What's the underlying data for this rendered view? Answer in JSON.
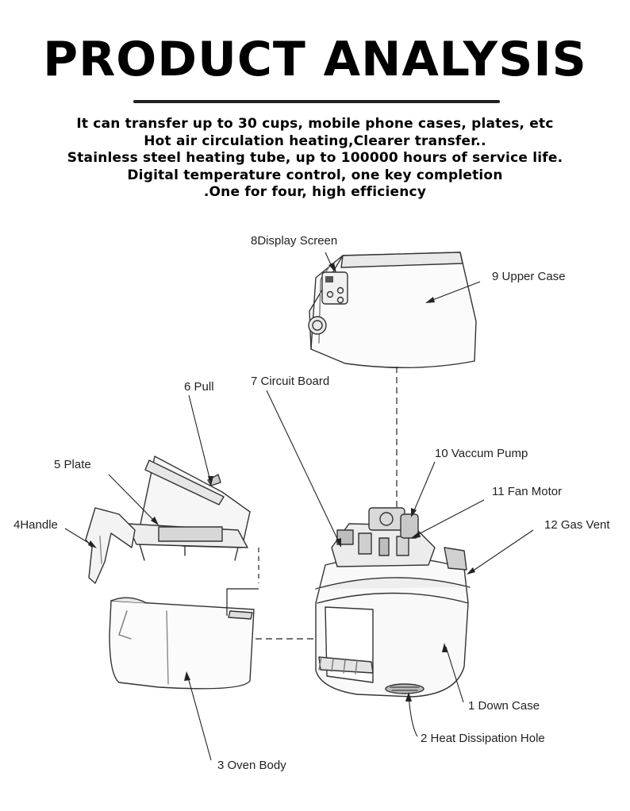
{
  "title": "PRODUCT ANALYSIS",
  "description": [
    "It can transfer up to 30 cups, mobile phone cases, plates, etc",
    "Hot air circulation heating,Clearer transfer..",
    "Stainless steel heating tube, up to 100000 hours of service life.",
    "Digital temperature control, one key completion",
    ".One for four, high efficiency"
  ],
  "parts": [
    {
      "number": "1",
      "name": "Down Case"
    },
    {
      "number": "2",
      "name": "Heat Dissipation Hole"
    },
    {
      "number": "3",
      "name": "Oven Body"
    },
    {
      "number": "4",
      "name": "Handle"
    },
    {
      "number": "5",
      "name": "Plate"
    },
    {
      "number": "6",
      "name": "Pull"
    },
    {
      "number": "7",
      "name": "Circuit Board"
    },
    {
      "number": "8",
      "name": "Display Screen"
    },
    {
      "number": "9",
      "name": "Upper Case"
    },
    {
      "number": "10",
      "name": "Vaccum Pump"
    },
    {
      "number": "11",
      "name": "Fan Motor"
    },
    {
      "number": "12",
      "name": "Gas Vent"
    }
  ]
}
